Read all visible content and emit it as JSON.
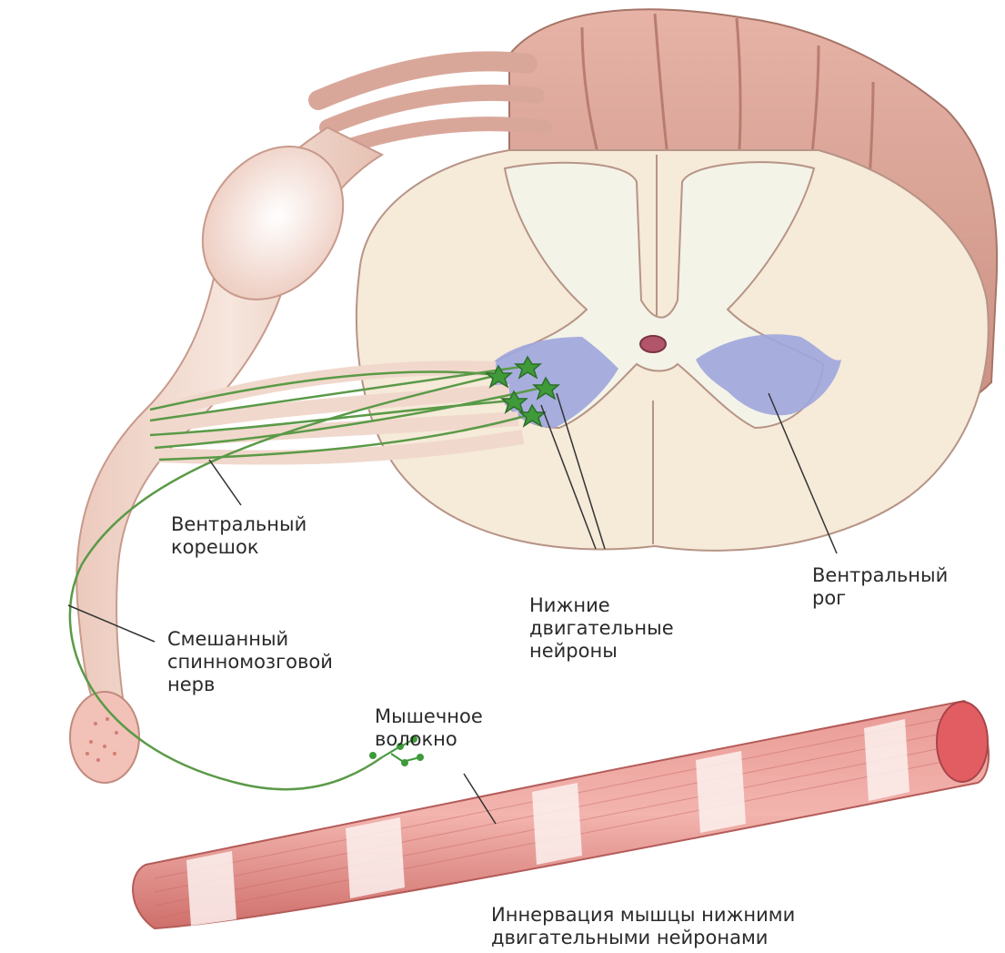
{
  "labels": {
    "ventral_root": [
      "Вентральный",
      "корешок"
    ],
    "ventral_horn": [
      "Вентральный",
      "рог"
    ],
    "lower_motor_neurons": [
      "Нижние",
      "двигательные",
      "нейроны"
    ],
    "mixed_spinal_nerve": [
      "Смешанный",
      "спинномозговой",
      "нерв"
    ],
    "muscle_fiber": [
      "Мышечное",
      "волокно"
    ],
    "caption": [
      "Иннервация мышцы нижними",
      "двигательными нейронами"
    ]
  },
  "colors": {
    "white_matter": "#f6ead9",
    "gray_matter": "#f4f3e8",
    "cord_surface": "#d9a79a",
    "ventral_horn": "#9fa6dd",
    "nerve": "#f1d8cc",
    "axon": "#5a9a47",
    "neuron": "#3f9a3a",
    "muscle": "#e08a86",
    "muscle_band": "#fbf1ee"
  }
}
